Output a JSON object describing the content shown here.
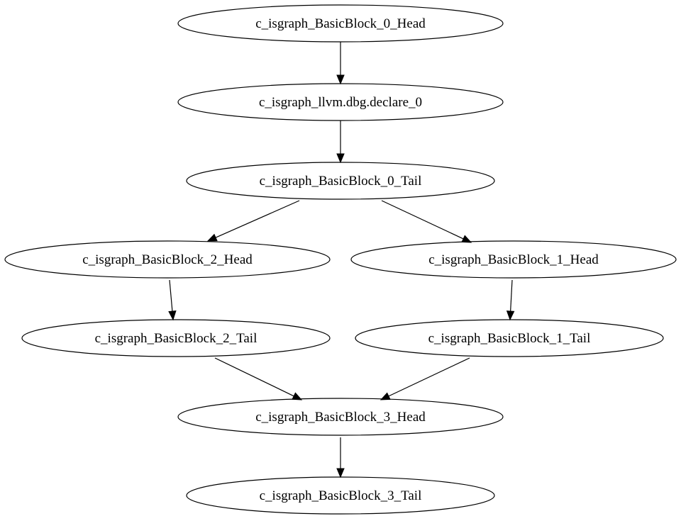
{
  "graph": {
    "nodes": [
      {
        "id": "bb0_head",
        "label": "c_isgraph_BasicBlock_0_Head"
      },
      {
        "id": "dbg_declare",
        "label": "c_isgraph_llvm.dbg.declare_0"
      },
      {
        "id": "bb0_tail",
        "label": "c_isgraph_BasicBlock_0_Tail"
      },
      {
        "id": "bb2_head",
        "label": "c_isgraph_BasicBlock_2_Head"
      },
      {
        "id": "bb1_head",
        "label": "c_isgraph_BasicBlock_1_Head"
      },
      {
        "id": "bb2_tail",
        "label": "c_isgraph_BasicBlock_2_Tail"
      },
      {
        "id": "bb1_tail",
        "label": "c_isgraph_BasicBlock_1_Tail"
      },
      {
        "id": "bb3_head",
        "label": "c_isgraph_BasicBlock_3_Head"
      },
      {
        "id": "bb3_tail",
        "label": "c_isgraph_BasicBlock_3_Tail"
      }
    ],
    "edges": [
      {
        "from": "bb0_head",
        "to": "dbg_declare"
      },
      {
        "from": "dbg_declare",
        "to": "bb0_tail"
      },
      {
        "from": "bb0_tail",
        "to": "bb2_head"
      },
      {
        "from": "bb0_tail",
        "to": "bb1_head"
      },
      {
        "from": "bb2_head",
        "to": "bb2_tail"
      },
      {
        "from": "bb1_head",
        "to": "bb1_tail"
      },
      {
        "from": "bb2_tail",
        "to": "bb3_head"
      },
      {
        "from": "bb1_tail",
        "to": "bb3_head"
      },
      {
        "from": "bb3_head",
        "to": "bb3_tail"
      }
    ]
  }
}
